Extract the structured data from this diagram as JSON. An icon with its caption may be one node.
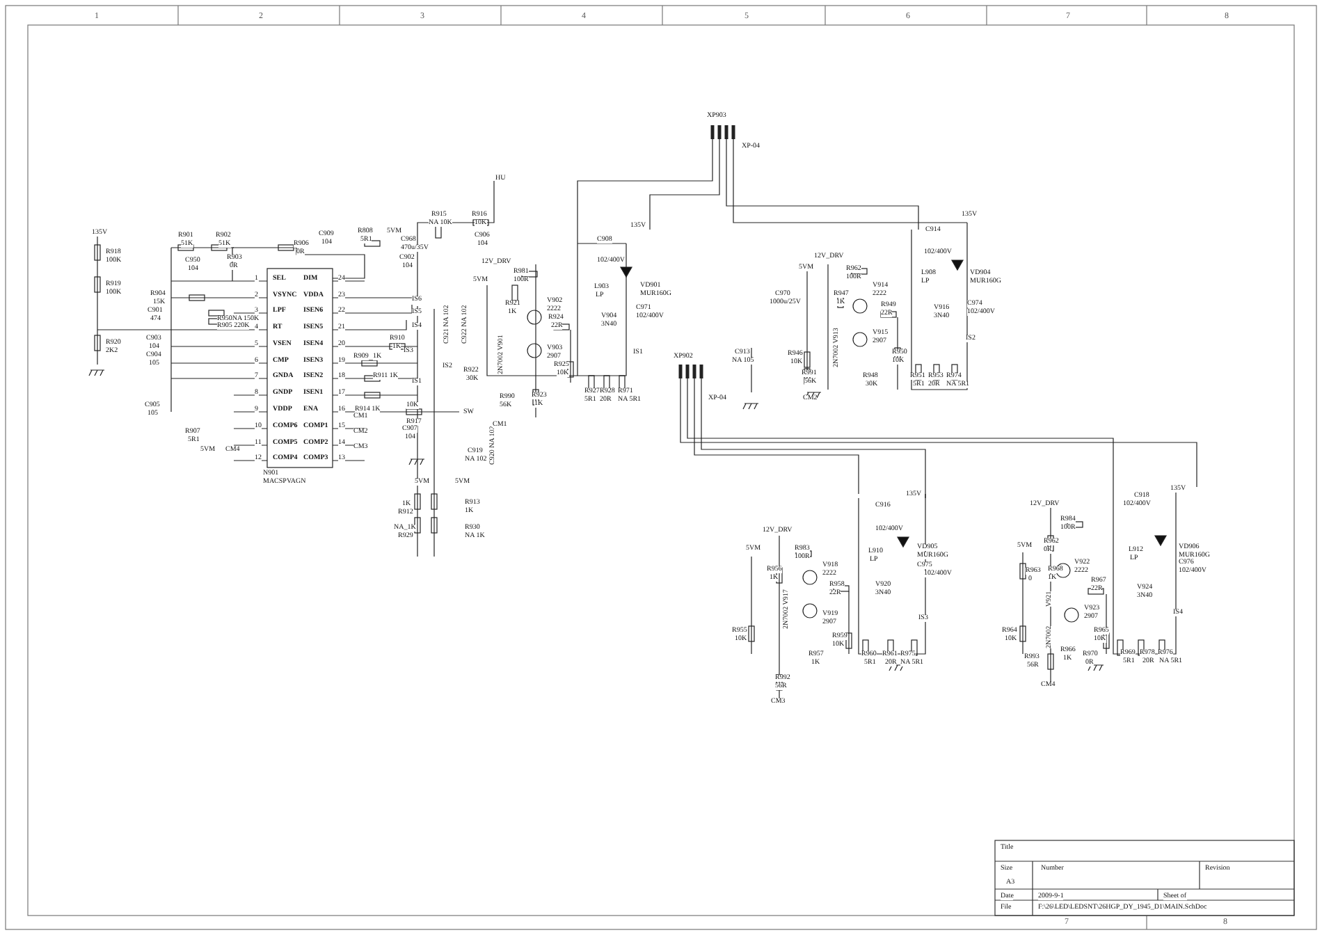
{
  "diagram": {
    "labels": [
      "1",
      "2",
      "3",
      "4",
      "5",
      "6",
      "7",
      "8",
      "135V",
      "R918",
      "100K",
      "R919",
      "100K",
      "R920",
      "2K2",
      "R901",
      "51K",
      "R902",
      "51K",
      "C950",
      "104",
      "R903",
      "0R",
      "R904",
      "15K",
      "C901",
      "474",
      "R950NA 150K",
      "R905 220K",
      "C903",
      "104",
      "C904",
      "105",
      "C905",
      "105",
      "R907",
      "5R1",
      "5VM",
      "CM4",
      "1",
      "SEL",
      "DIM",
      "24",
      "2",
      "VSYNC",
      "VDDA",
      "23",
      "3",
      "LPF",
      "ISEN6",
      "22",
      "4",
      "RT",
      "ISEN5",
      "21",
      "5",
      "VSEN",
      "ISEN4",
      "20",
      "6",
      "CMP",
      "ISEN3",
      "19",
      "7",
      "GNDA",
      "ISEN2",
      "18",
      "8",
      "GNDP",
      "ISEN1",
      "17",
      "9",
      "VDDP",
      "ENA",
      "16",
      "10",
      "COMP6",
      "COMP1",
      "15",
      "11",
      "COMP5",
      "COMP2",
      "14",
      "12",
      "COMP4",
      "COMP3",
      "13",
      "N901",
      "MACSPVAGN",
      "R906",
      "0R",
      "C909",
      "104",
      "R808",
      "5R1",
      "5VM",
      "C968",
      "470u/35V",
      "C902",
      "104",
      "R915",
      "NA 10K",
      "R916",
      "10K",
      "C906",
      "104",
      "HU",
      "IS6",
      "IS5",
      "IS4",
      "IS3",
      "IS2",
      "IS1",
      "R910",
      "1K",
      "R909",
      "1K",
      "R911 1K",
      "R914 1K",
      "10K",
      "R917",
      "CM1",
      "CM2",
      "CM3",
      "C907",
      "104",
      "SW",
      "C919",
      "NA 102",
      "C920 NA 102",
      "C921 NA 102",
      "C922 NA 102",
      "R922",
      "30K",
      "5VM",
      "12V_DRV",
      "R981",
      "100R",
      "R921",
      "1K",
      "2N7002 V901",
      "R990",
      "56K",
      "CM1",
      "V902",
      "2222",
      "R924",
      "22R",
      "V903",
      "2907",
      "R925",
      "10K",
      "R923",
      "1K",
      "R927",
      "5R1",
      "R928",
      "20R",
      "R971",
      "NA 5R1",
      "IS1",
      "VD901",
      "MUR160G",
      "C908",
      "102/400V",
      "135V",
      "L903",
      "LP",
      "V904",
      "3N40",
      "C971",
      "102/400V",
      "5VM",
      "1K",
      "R912",
      "NA_1K",
      "R929",
      "5VM",
      "R913",
      "1K",
      "R930",
      "NA 1K",
      "XP903",
      "XP-04",
      "135V",
      "C914",
      "102/400V",
      "L908",
      "LP",
      "VD904",
      "MUR160G",
      "V916",
      "3N40",
      "C974",
      "102/400V",
      "IS2",
      "12V_DRV",
      "5VM",
      "R962",
      "100R",
      "V914",
      "C970",
      "R947",
      "2222",
      "1000u/25V",
      "1K",
      "R949",
      "22R",
      "2N7002 V913",
      "V915",
      "2907",
      "R950",
      "10K",
      "C913",
      "NA 105",
      "R946",
      "10K",
      "R991",
      "56K",
      "CM2",
      "R948",
      "30K",
      "R951",
      "5R1",
      "R953",
      "20R",
      "R974",
      "NA 5R1",
      "XP902",
      "XP-04",
      "135V",
      "C916",
      "102/400V",
      "L910",
      "LP",
      "VD905",
      "MUR160G",
      "C975",
      "102/400V",
      "V920",
      "3N40",
      "IS3",
      "12V_DRV",
      "5VM",
      "R983",
      "100R",
      "V918",
      "2222",
      "R956",
      "1K",
      "R958",
      "22R",
      "2N7002 V917",
      "V919",
      "2907",
      "R955",
      "10K",
      "R959",
      "10K",
      "R957",
      "1K",
      "R960",
      "5R1",
      "R961",
      "20R",
      "R975",
      "NA 5R1",
      "R992",
      "56R",
      "CM3",
      "C918",
      "102/400V",
      "135V",
      "12V_DRV",
      "R984",
      "100R",
      "R962",
      "0R",
      "5VM",
      "R963",
      "0",
      "R968",
      "1K",
      "V922",
      "2222",
      "L912",
      "LP",
      "VD906",
      "MUR160G",
      "C976",
      "102/400V",
      "R967",
      "22R",
      "V921",
      "2N7002",
      "V924",
      "3N40",
      "V923",
      "2907",
      "IS4",
      "R965",
      "10K",
      "R964",
      "10K",
      "R966",
      "1K",
      "R970",
      "0R",
      "R969",
      "5R1",
      "R978",
      "20R",
      "R976",
      "NA 5R1",
      "R993",
      "56R",
      "CM4",
      "Title",
      "Size",
      "A3",
      "Number",
      "Revision",
      "Date",
      "2009-9-1",
      "Sheet of",
      "File",
      "F:\\26\\LED\\LEDSNT\\26HGP_DY_1945_D1\\MAIN.SchDoc",
      "7",
      "8"
    ]
  }
}
